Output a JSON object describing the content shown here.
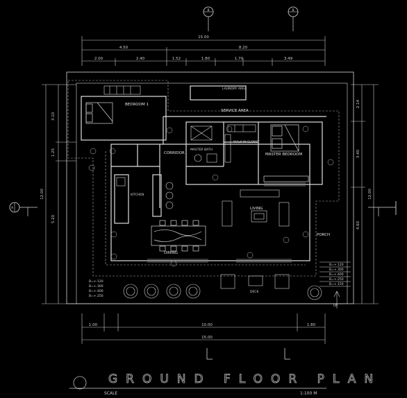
{
  "title": "GROUND FLOOR PLAN",
  "scale_label": "SCALE",
  "scale_value": "1:100 M",
  "rooms": {
    "bedroom": "BEDROOM 1",
    "laundry": "LAUNDRY AREA",
    "service": "SERVICE AREA",
    "master_bath": "MASTER BATH",
    "walkin": "WALK-IN CLOSET",
    "master_bedroom": "MASTER BEDROOM",
    "corridor": "CORRIDOR",
    "kitchen": "KITCHEN",
    "living": "LIVING",
    "dining": "DINING",
    "porch": "PORCH",
    "deck": "DECK"
  },
  "dims": {
    "top_total": "15.00",
    "top_a": "4.50",
    "top_b": "8.20",
    "top_c1": "2.00",
    "top_c2": "2.40",
    "top_c3": "1.52",
    "top_c4": "1.80",
    "top_c5": "1.70",
    "top_c6": "3.49",
    "left_a": "3.10",
    "left_b": "1.25",
    "left_c": "5.20",
    "left_total": "12.00",
    "right_a": "2.14",
    "right_b": "3.40",
    "right_c": "4.60",
    "right_total": "12.00",
    "bottom_a": "1.00",
    "bottom_b": "10.00",
    "bottom_c": "1.80",
    "bottom_total": "15.00"
  },
  "section_marks": {
    "left": "A",
    "top_left": "B",
    "top_right": "B"
  },
  "direction_up": "UP",
  "steps": [
    "B=+.120",
    "B=+.300",
    "B=+.400",
    "B=+.250",
    "B=+.150"
  ],
  "colors": {
    "background": "#000000",
    "line": "#d9d9d9",
    "dashed": "#b0b0b0"
  }
}
